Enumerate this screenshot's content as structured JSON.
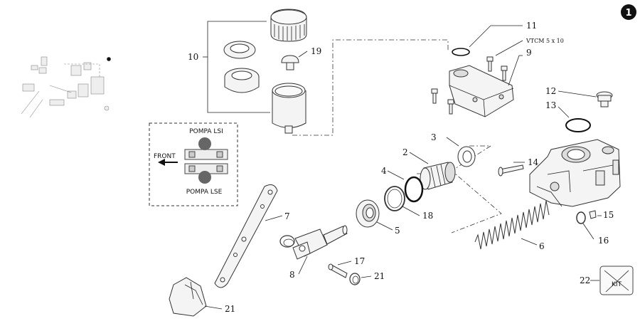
{
  "page_badge": "1",
  "labels": {
    "c2": "2",
    "c3": "3",
    "c4": "4",
    "c5": "5",
    "c6": "6",
    "c7": "7",
    "c8": "8",
    "c9": "9",
    "c10": "10",
    "c11": "11",
    "c12": "12",
    "c13": "13",
    "c14": "14",
    "c15": "15",
    "c16": "16",
    "c17": "17",
    "c18": "18",
    "c19": "19",
    "c21a": "21",
    "c21b": "21",
    "c22": "22",
    "vtcm": "VTCM 5 x 10"
  },
  "inset": {
    "top_label": "POMPA LSI",
    "bottom_label": "POMPA LSE",
    "direction_label": "FRONT"
  },
  "kit_label": "KIT"
}
